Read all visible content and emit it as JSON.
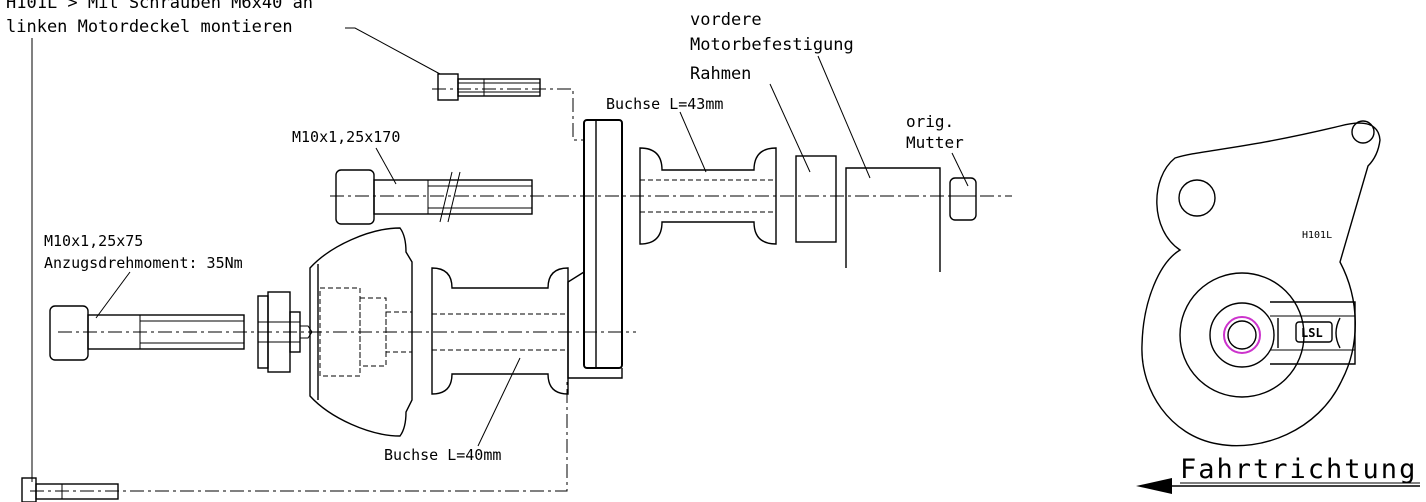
{
  "labels": {
    "h101l_screws_line1": "H101L > Mit Schrauben M6x40 an",
    "h101l_screws_line2": "linken Motordeckel montieren",
    "front_mount_line1": "vordere",
    "front_mount_line2": "Motorbefestigung",
    "frame": "Rahmen",
    "bushing_43": "Buchse L=43mm",
    "orig_nut_line1": "orig.",
    "orig_nut_line2": "Mutter",
    "bolt_170": "M10x1,25x170",
    "bolt_75_line1": "M10x1,25x75",
    "bolt_75_line2": "Anzugsdrehmoment: 35Nm",
    "bushing_40": "Buchse L=40mm",
    "part_code": "H101L",
    "logo": "LSL",
    "direction": "Fahrtrichtung"
  },
  "colors": {
    "line": "#000000",
    "bearing_ring": "#cc33cc",
    "background": "#ffffff"
  }
}
